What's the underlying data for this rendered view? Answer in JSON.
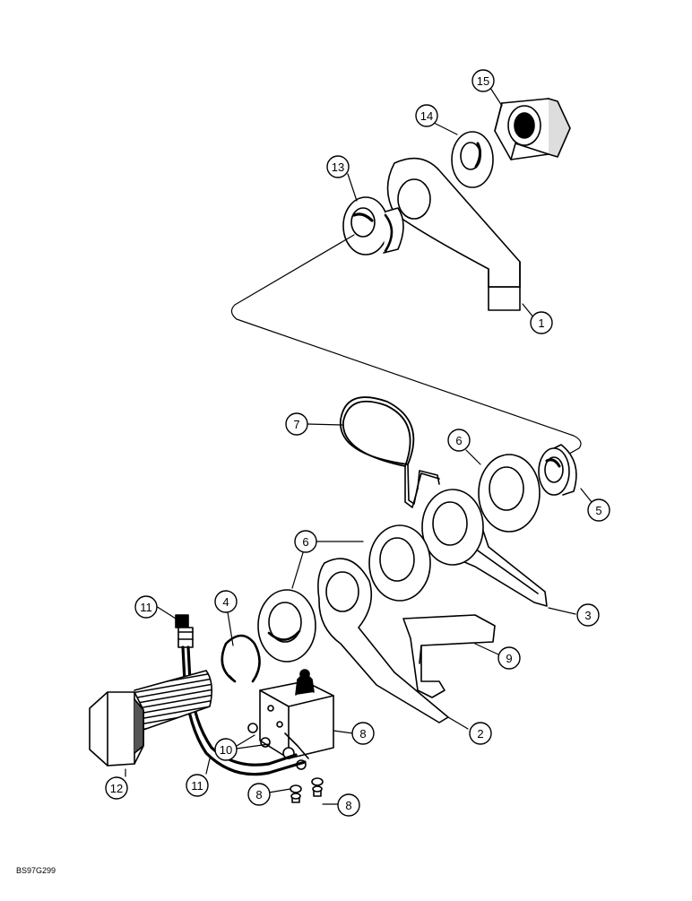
{
  "figure_code": "BS97G299",
  "callouts": [
    {
      "id": "c15",
      "label": "15"
    },
    {
      "id": "c14",
      "label": "14"
    },
    {
      "id": "c13",
      "label": "13"
    },
    {
      "id": "c1",
      "label": "1"
    },
    {
      "id": "c7",
      "label": "7"
    },
    {
      "id": "c6a",
      "label": "6"
    },
    {
      "id": "c5",
      "label": "5"
    },
    {
      "id": "c6b",
      "label": "6"
    },
    {
      "id": "c4",
      "label": "4"
    },
    {
      "id": "c11a",
      "label": "11"
    },
    {
      "id": "c3",
      "label": "3"
    },
    {
      "id": "c9",
      "label": "9"
    },
    {
      "id": "c2",
      "label": "2"
    },
    {
      "id": "c8a",
      "label": "8"
    },
    {
      "id": "c10",
      "label": "10"
    },
    {
      "id": "c12",
      "label": "12"
    },
    {
      "id": "c11b",
      "label": "11"
    },
    {
      "id": "c8b",
      "label": "8"
    },
    {
      "id": "c8c",
      "label": "8"
    }
  ]
}
